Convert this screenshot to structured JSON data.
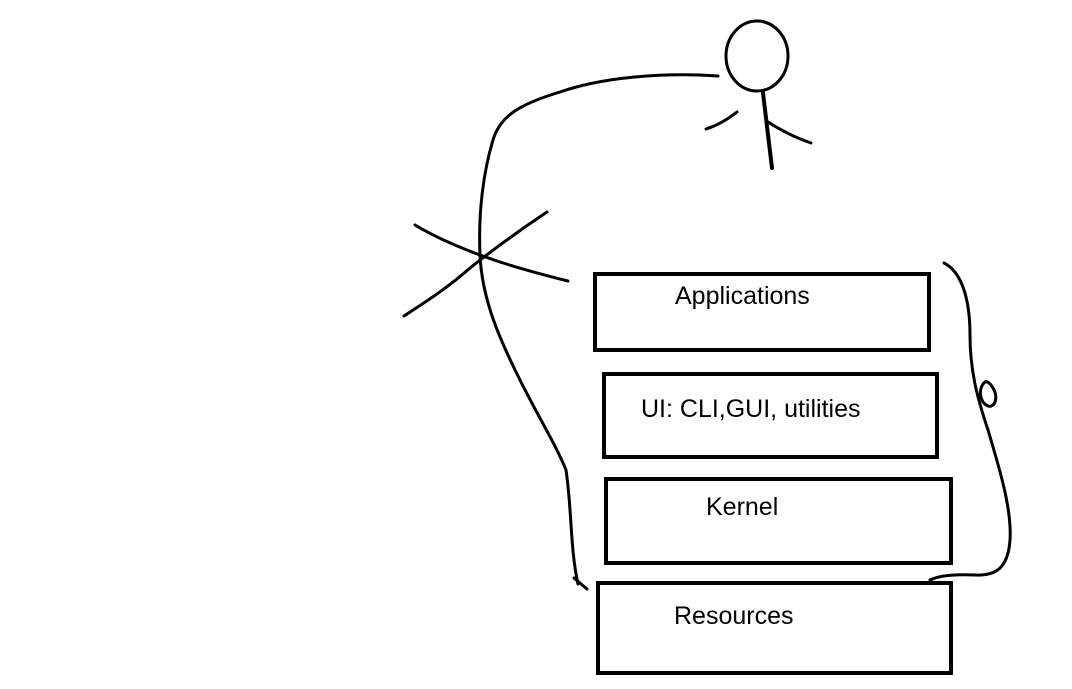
{
  "layers": [
    {
      "label": "Applications"
    },
    {
      "label": "UI: CLI,GUI, utilities"
    },
    {
      "label": "Kernel"
    },
    {
      "label": "Resources"
    }
  ],
  "colors": {
    "ink": "#000000",
    "background": "#ffffff"
  },
  "icons": [
    "stick-figure-icon",
    "cross-out-mark-icon"
  ]
}
